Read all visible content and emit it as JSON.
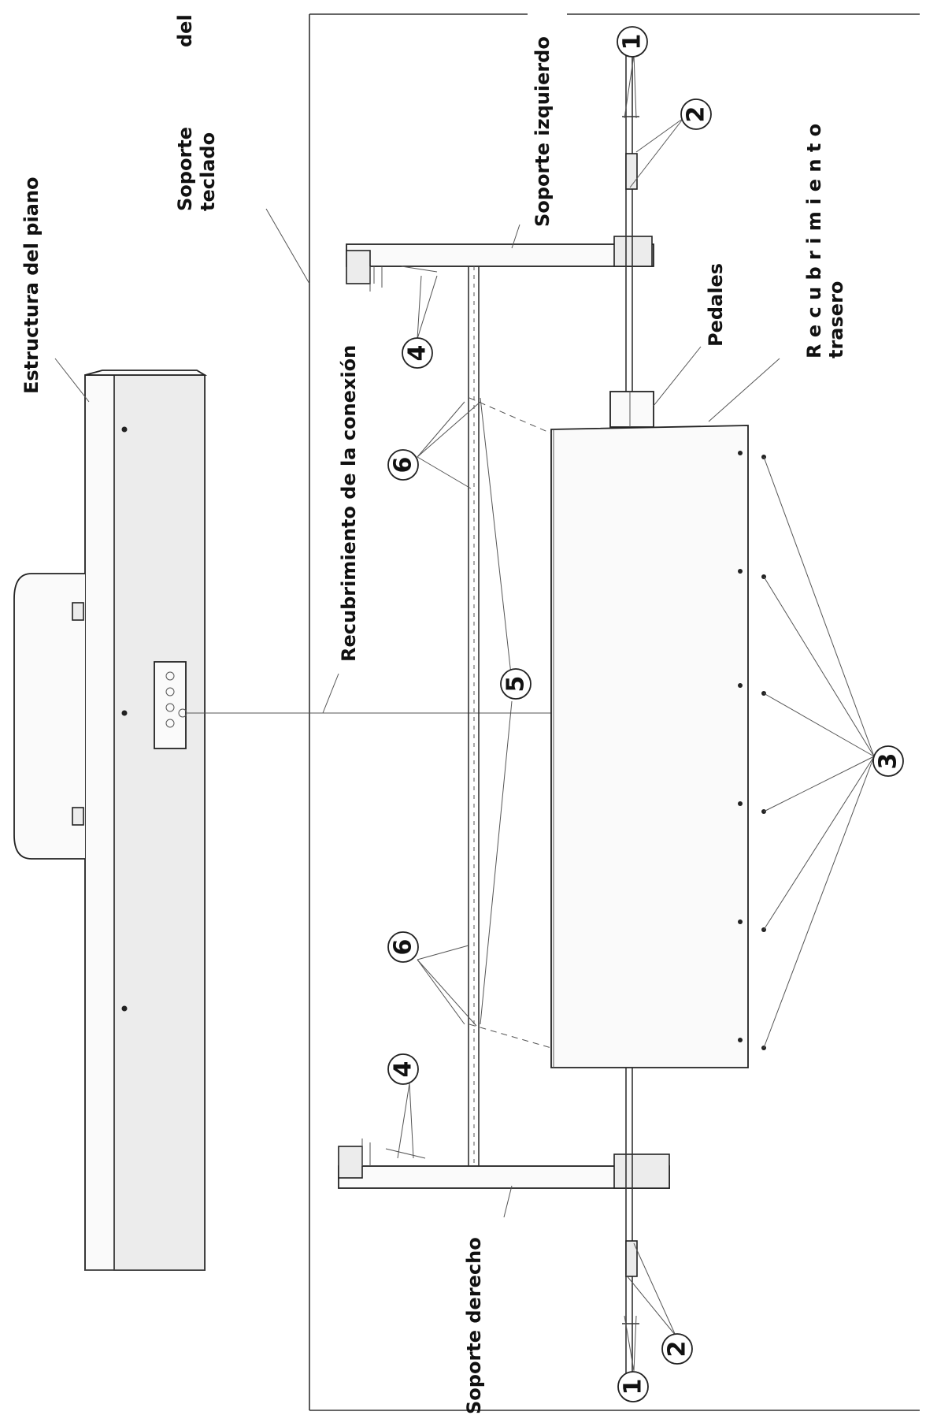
{
  "labels": {
    "keyboard_stand_a": "Soporte",
    "keyboard_stand_b": "teclado",
    "keyboard_stand_del": "del",
    "piano_structure": "Estructura del piano",
    "left_stand": "Soporte izquierdo",
    "right_stand": "Soporte derecho",
    "pedals": "Pedales",
    "connection_cover": "Recubrimiento de la conexión",
    "rear_cover_a": "R e c u b r i m i e n t o",
    "rear_cover_b": "trasero"
  },
  "callouts": {
    "c1": "1",
    "c2": "2",
    "c3": "3",
    "c4": "4",
    "c5": "5",
    "c6": "6"
  }
}
